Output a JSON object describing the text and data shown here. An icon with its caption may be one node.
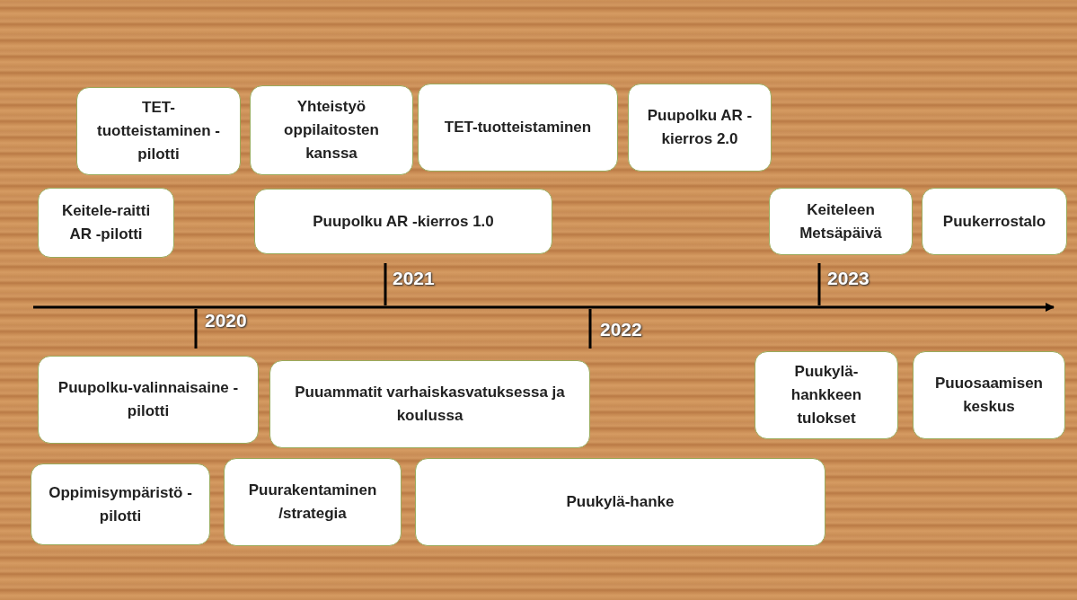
{
  "diagram": {
    "nodes": [
      {
        "text": [
          "TET- tuotteistaminen -pilotti"
        ]
      },
      {
        "text": [
          "Yhteistyö oppilaitosten kanssa"
        ]
      },
      {
        "text": [
          "TET-tuotteistaminen"
        ]
      },
      {
        "text": [
          "Puupolku AR - kierros 2.0"
        ]
      },
      {
        "text": [
          "Keitele-raitti AR -pilotti"
        ]
      },
      {
        "text": [
          "Puupolku AR -kierros 1.0"
        ]
      },
      {
        "text": [
          "Keiteleen Metsäpäivä"
        ]
      },
      {
        "text": [
          "Puukerrostalo"
        ]
      },
      {
        "text": [
          "Puupolku-valinnaisaine -pilotti"
        ]
      },
      {
        "text": [
          "Puuammatit varhaiskasvatuksessa ja koulussa"
        ]
      },
      {
        "text": [
          "Puukylä- hankkeen tulokset"
        ]
      },
      {
        "text": [
          "Puuosaamisen keskus"
        ]
      },
      {
        "text": [
          "Oppimisympäristö -pilotti"
        ]
      },
      {
        "text": [
          "Puurakentaminen /strategia"
        ]
      },
      {
        "text": [
          "Puukylä-hanke"
        ]
      }
    ],
    "labels": [
      "2021",
      "2023",
      "2020",
      "2022"
    ]
  }
}
